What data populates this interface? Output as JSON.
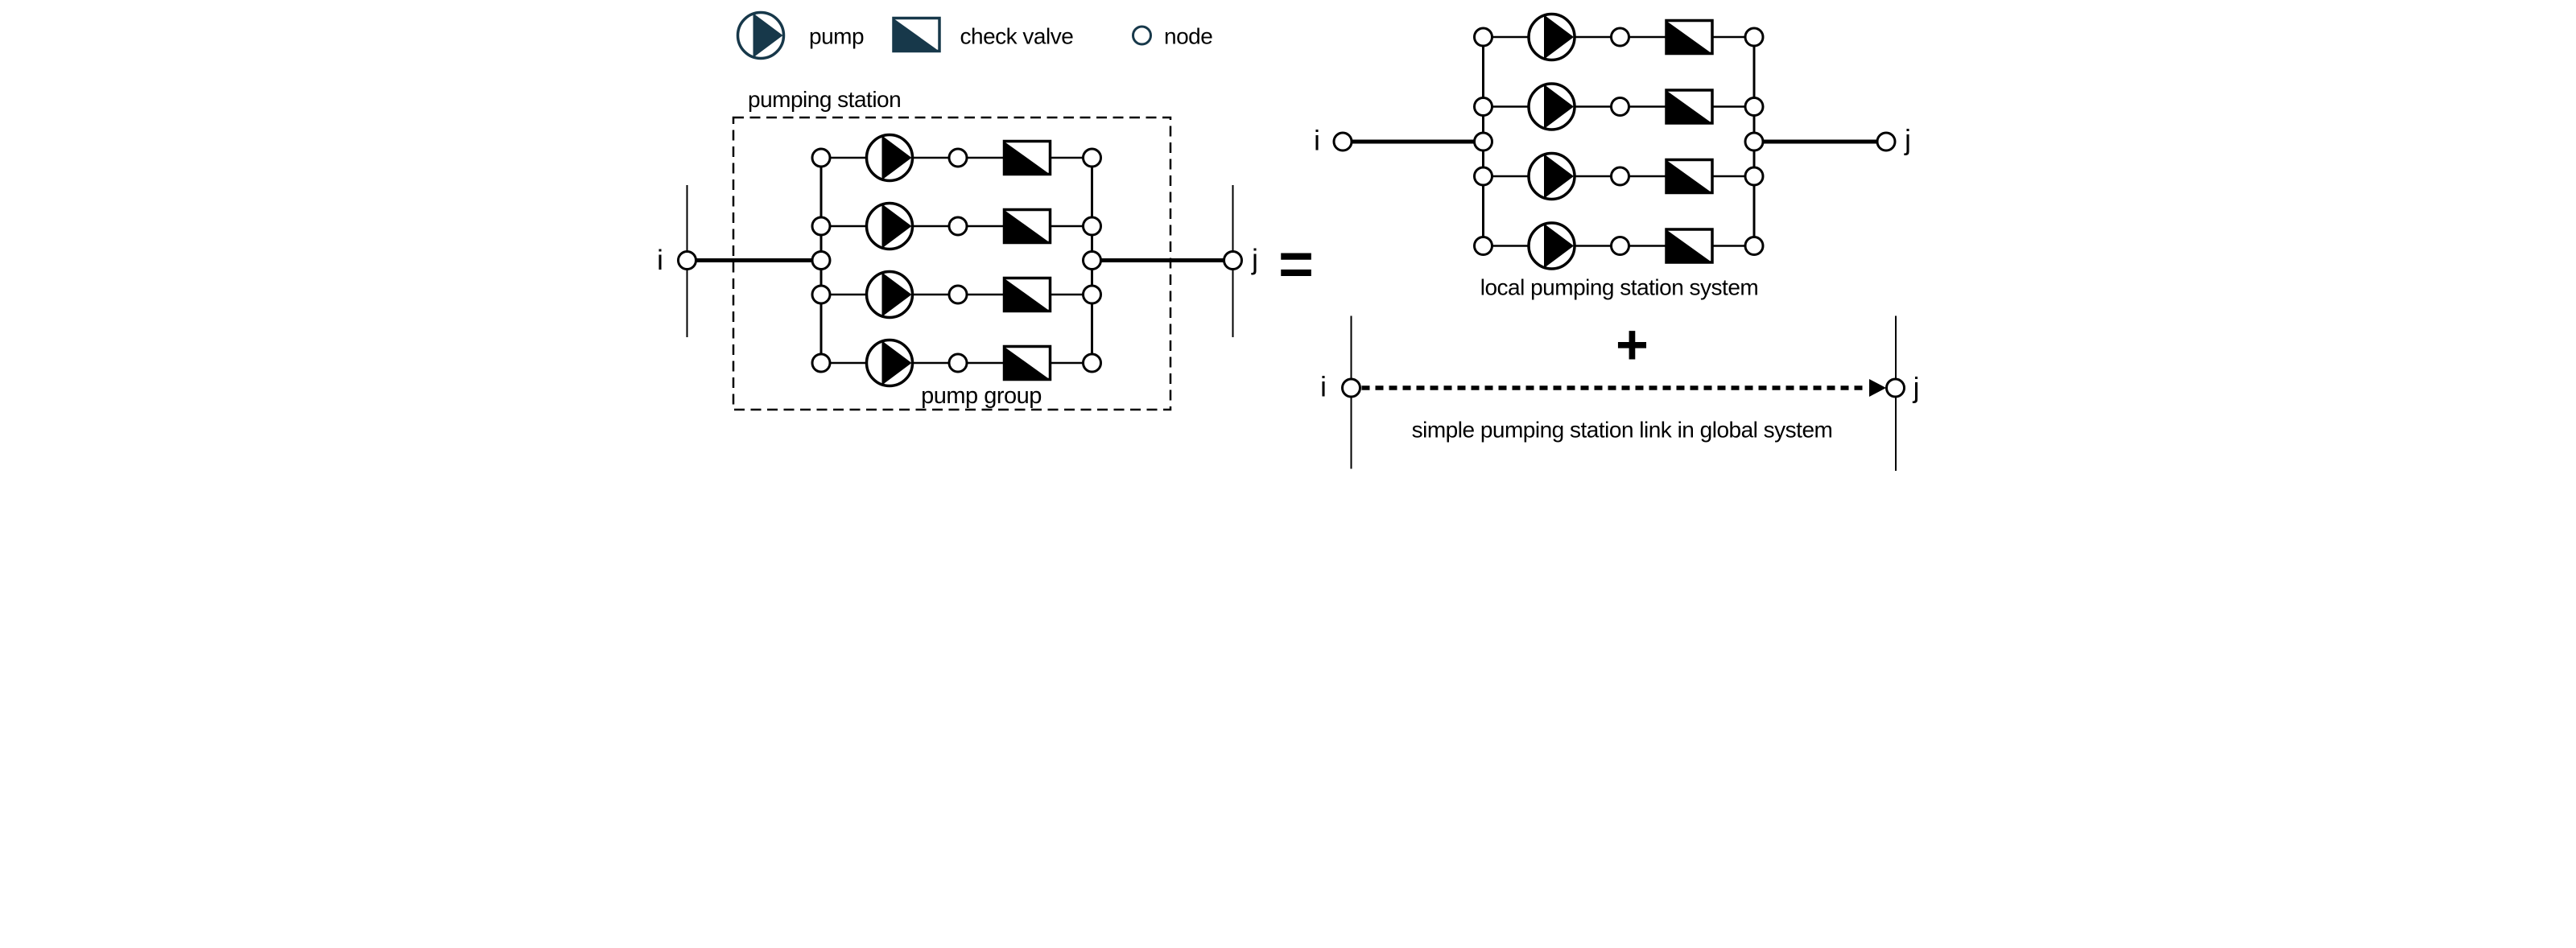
{
  "figure": {
    "background": "#ffffff",
    "colors": {
      "diagram": "#000000",
      "legend_stroke": "#17384a",
      "text": "#000000"
    },
    "legend": {
      "pump_label": "pump",
      "check_valve_label": "check valve",
      "node_label": "node"
    },
    "pumping_station_diagram": {
      "title": "pumping station",
      "pump_group_label": "pump group",
      "inlet_node": "i",
      "outlet_node": "j",
      "branch_count": 4
    },
    "equals_sign": "=",
    "local_system_diagram": {
      "caption": "local pumping station system",
      "inlet_node": "i",
      "outlet_node": "j",
      "branch_count": 4
    },
    "plus_sign": "+",
    "global_link_diagram": {
      "caption": "simple pumping station link in global system",
      "inlet_node": "i",
      "outlet_node": "j"
    }
  }
}
